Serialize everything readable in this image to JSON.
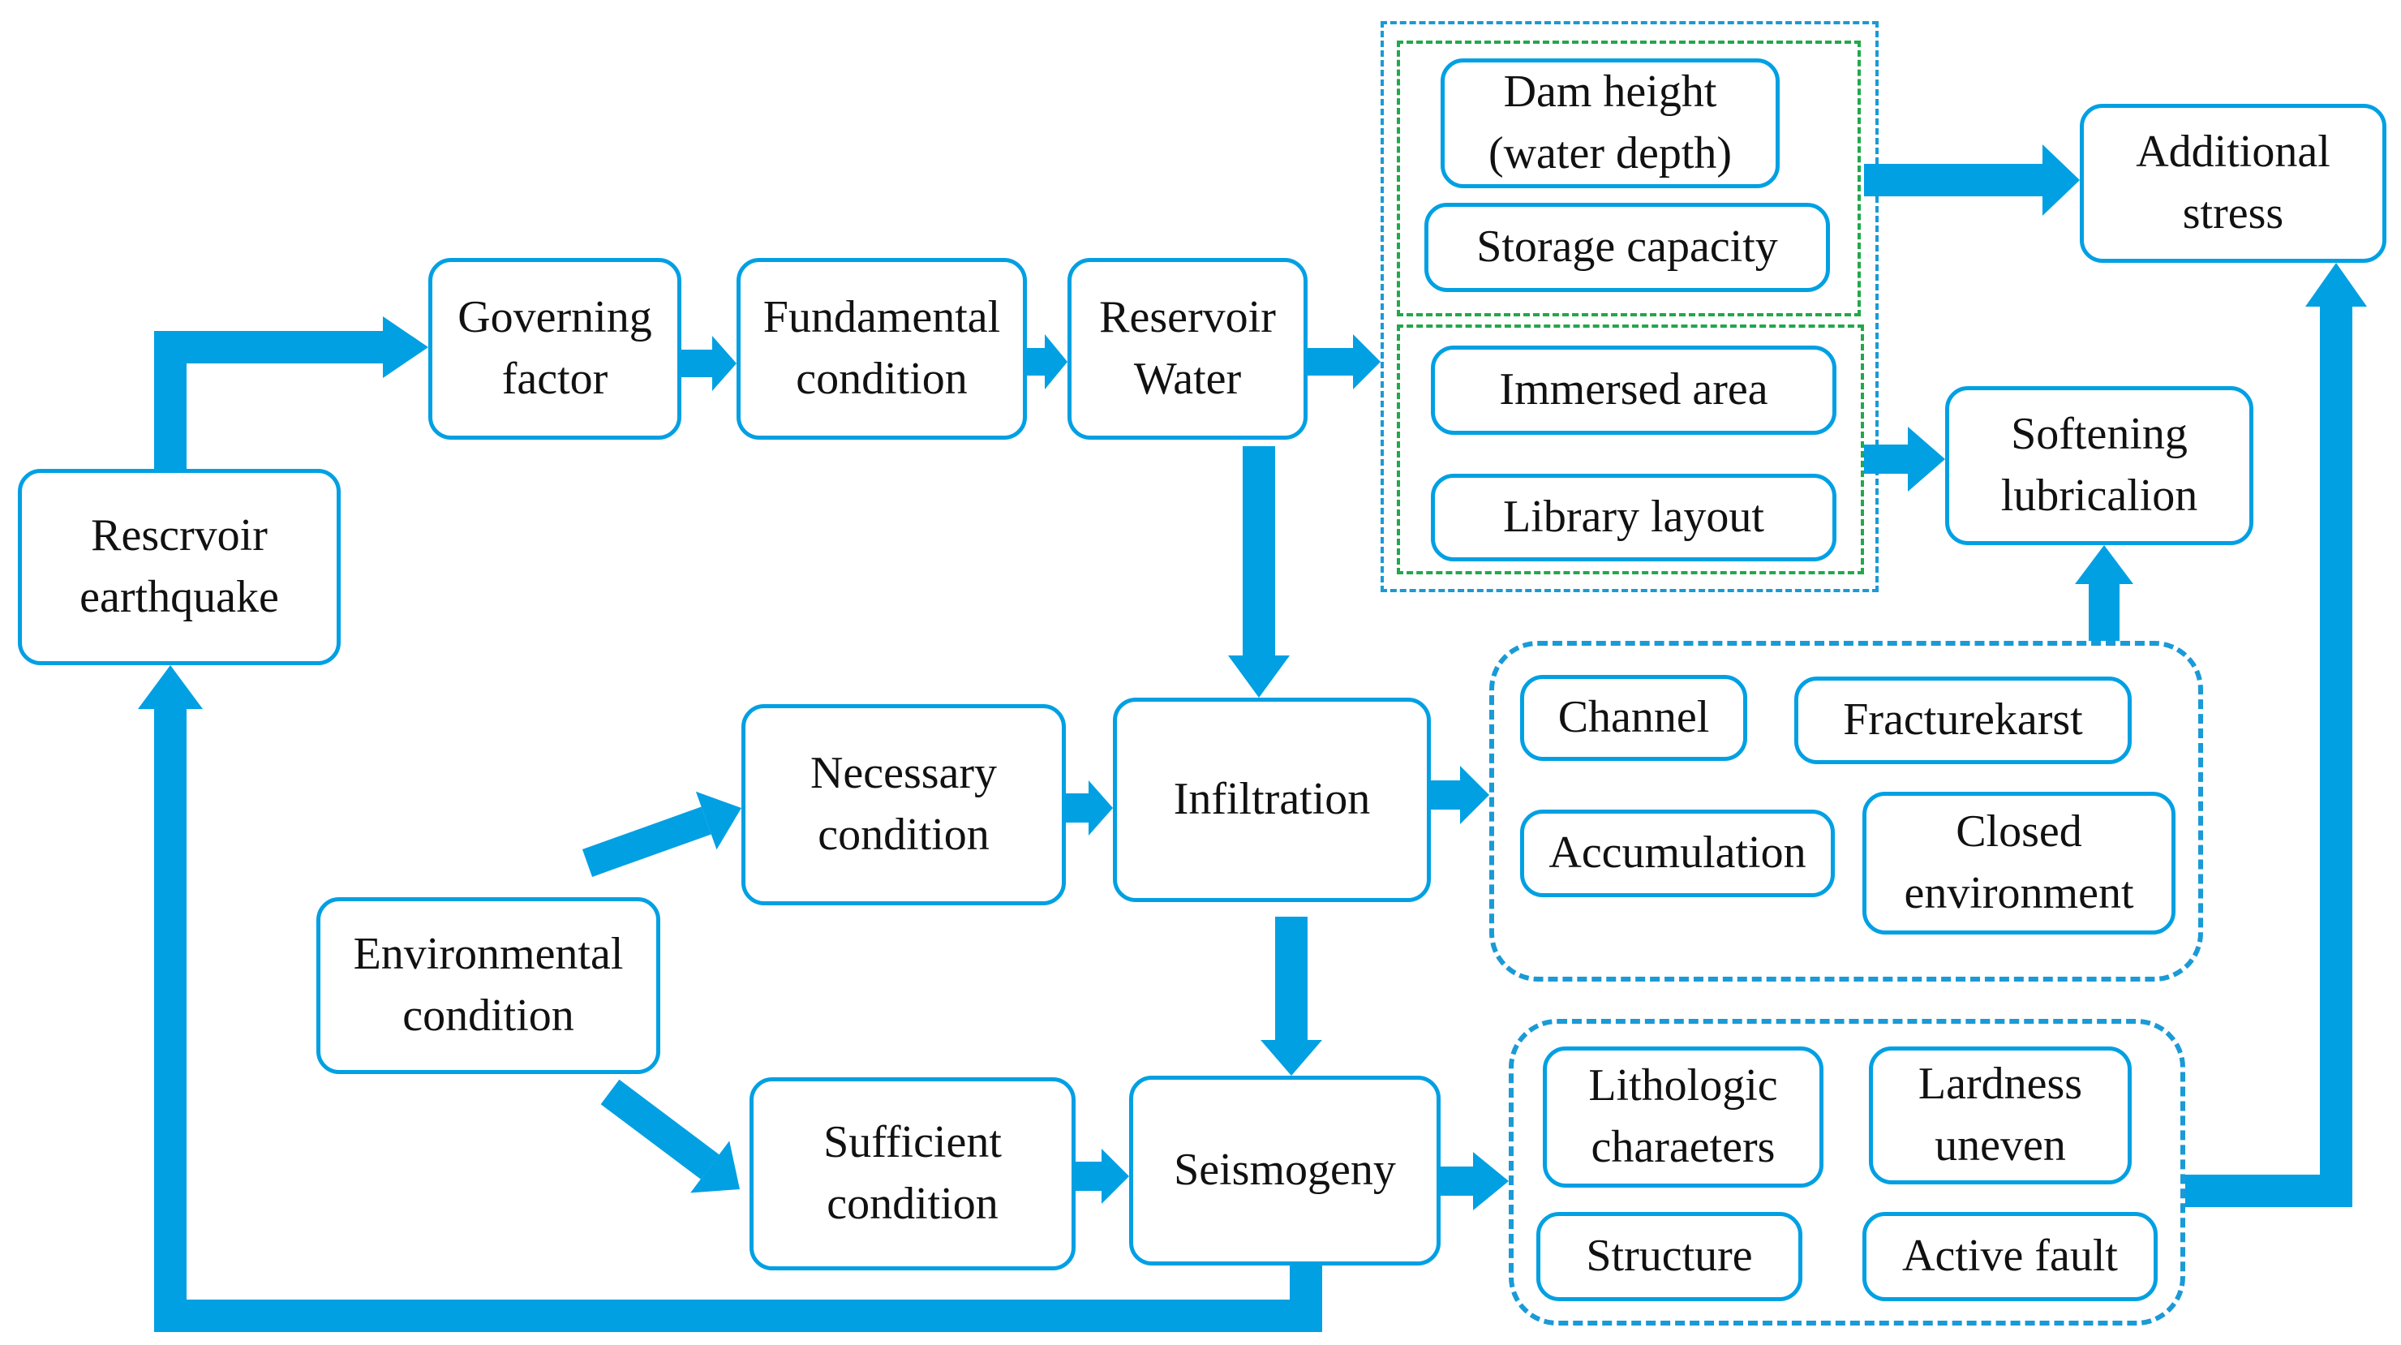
{
  "nodes": {
    "reservoir_earthquake": "Rescrvoir\nearthquake",
    "governing_factor": "Governing\nfactor",
    "fundamental_condition": "Fundamental\ncondition",
    "reservoir_water": "Reservoir\nWater",
    "dam_height": "Dam height\n(water depth)",
    "storage_capacity": "Storage capacity",
    "immersed_area": "Immersed area",
    "library_layout": "Library layout",
    "additional_stress": "Additional\nstress",
    "softening_lubrication": "Softening\nlubricalion",
    "necessary_condition": "Necessary\ncondition",
    "infiltration": "Infiltration",
    "channel": "Channel",
    "fracturekarst": "Fracturekarst",
    "accumulation": "Accumulation",
    "closed_environment": "Closed\nenvironment",
    "environmental_condition": "Environmental\ncondition",
    "sufficient_condition": "Sufficient\ncondition",
    "seismogeny": "Seismogeny",
    "lithologic_characters": "Lithologic\ncharaeters",
    "lardness_uneven": "Lardness\nuneven",
    "structure": "Structure",
    "active_fault": "Active fault"
  },
  "colors": {
    "arrow": "#00a0e3",
    "node_border": "#00a0e3",
    "group_blue": "#1a9ad6",
    "group_green": "#22a84a"
  }
}
